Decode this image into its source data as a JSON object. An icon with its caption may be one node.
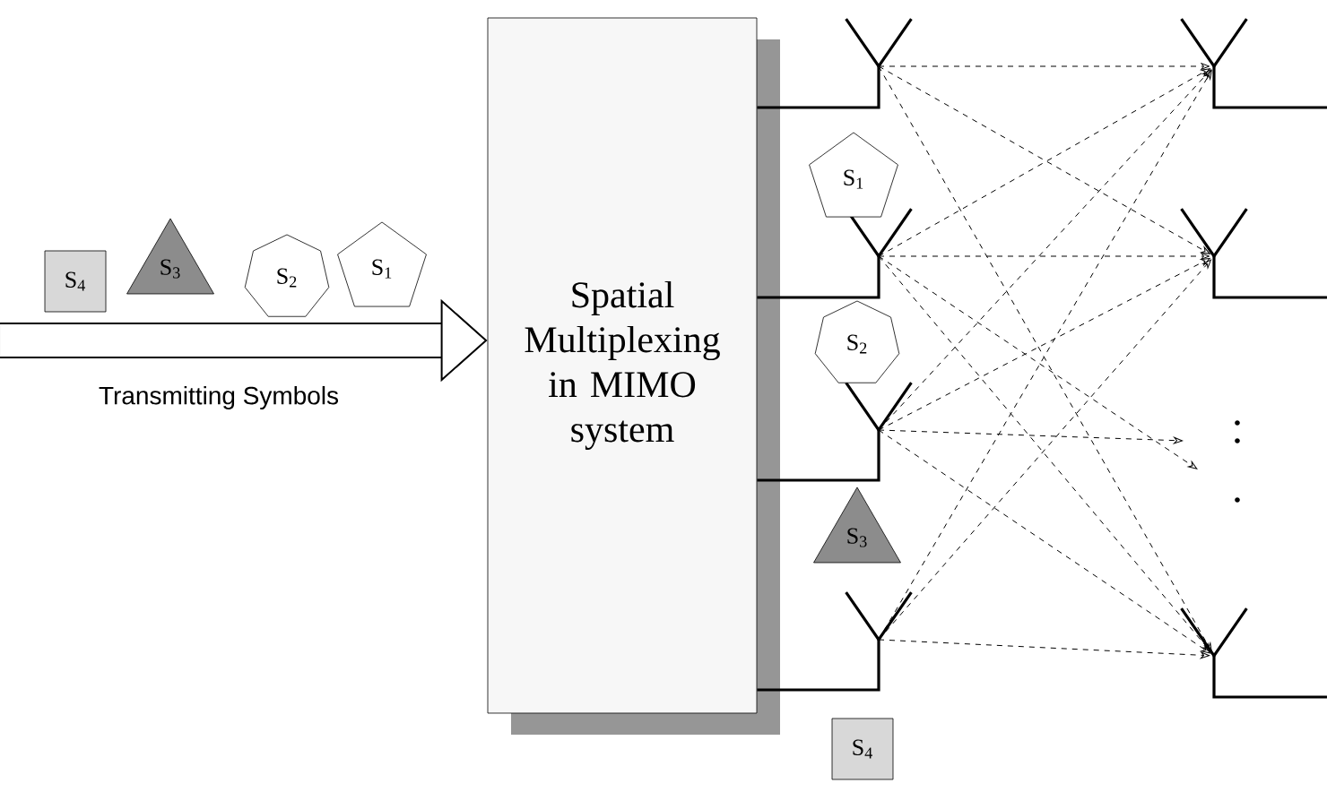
{
  "diagram": {
    "nodes": [
      {
        "text": [
          "S$_{4}$"
        ]
      },
      {
        "text": [
          "S$_{3}$"
        ]
      },
      {
        "text": [
          "S$_{2}$"
        ]
      },
      {
        "text": [
          "S$_{1}$"
        ]
      },
      {
        "text": [
          "Spatial Multiplexing in MIMO system"
        ]
      },
      {
        "text": [],
        "shape": "antenna"
      },
      {
        "text": [],
        "shape": "antenna"
      },
      {
        "text": [],
        "shape": "antenna"
      },
      {
        "text": [],
        "shape": "antenna"
      },
      {
        "text": [],
        "shape": "antenna"
      },
      {
        "text": [],
        "shape": "antenna"
      },
      {
        "text": [],
        "shape": "antenna"
      },
      {
        "text": [
          "S$_{1}$"
        ]
      },
      {
        "text": [
          "S$_{2}$"
        ]
      },
      {
        "text": [
          "S$_{3}$"
        ]
      },
      {
        "text": [
          "S$_{4}$"
        ]
      }
    ],
    "edges": [
      {
        "from": null,
        "to": 4,
        "arrow": "to",
        "style": "thick",
        "label": "Transmitting Symbols"
      },
      {
        "from": 4,
        "to": 5,
        "arrow": "none"
      },
      {
        "from": 4,
        "to": 6,
        "arrow": "none"
      },
      {
        "from": 4,
        "to": 7,
        "arrow": "none"
      },
      {
        "from": 4,
        "to": 8,
        "arrow": "none"
      },
      {
        "from": 5,
        "to": 9,
        "arrow": "to",
        "style": "dashed"
      },
      {
        "from": 5,
        "to": 10,
        "arrow": "to",
        "style": "dashed"
      },
      {
        "from": 5,
        "to": 11,
        "arrow": "to",
        "style": "dashed"
      },
      {
        "from": 6,
        "to": 9,
        "arrow": "to",
        "style": "dashed"
      },
      {
        "from": 6,
        "to": 10,
        "arrow": "to",
        "style": "dashed"
      },
      {
        "from": 6,
        "to": 11,
        "arrow": "to",
        "style": "dashed"
      },
      {
        "from": 6,
        "to": null,
        "arrow": "to",
        "style": "dashed"
      },
      {
        "from": 7,
        "to": 9,
        "arrow": "to",
        "style": "dashed"
      },
      {
        "from": 7,
        "to": 10,
        "arrow": "to",
        "style": "dashed"
      },
      {
        "from": 7,
        "to": 11,
        "arrow": "to",
        "style": "dashed"
      },
      {
        "from": 7,
        "to": null,
        "arrow": "to",
        "style": "dashed"
      },
      {
        "from": 8,
        "to": 9,
        "arrow": "to",
        "style": "dashed"
      },
      {
        "from": 8,
        "to": 10,
        "arrow": "to",
        "style": "dashed"
      },
      {
        "from": 8,
        "to": 11,
        "arrow": "to",
        "style": "dashed"
      }
    ]
  }
}
